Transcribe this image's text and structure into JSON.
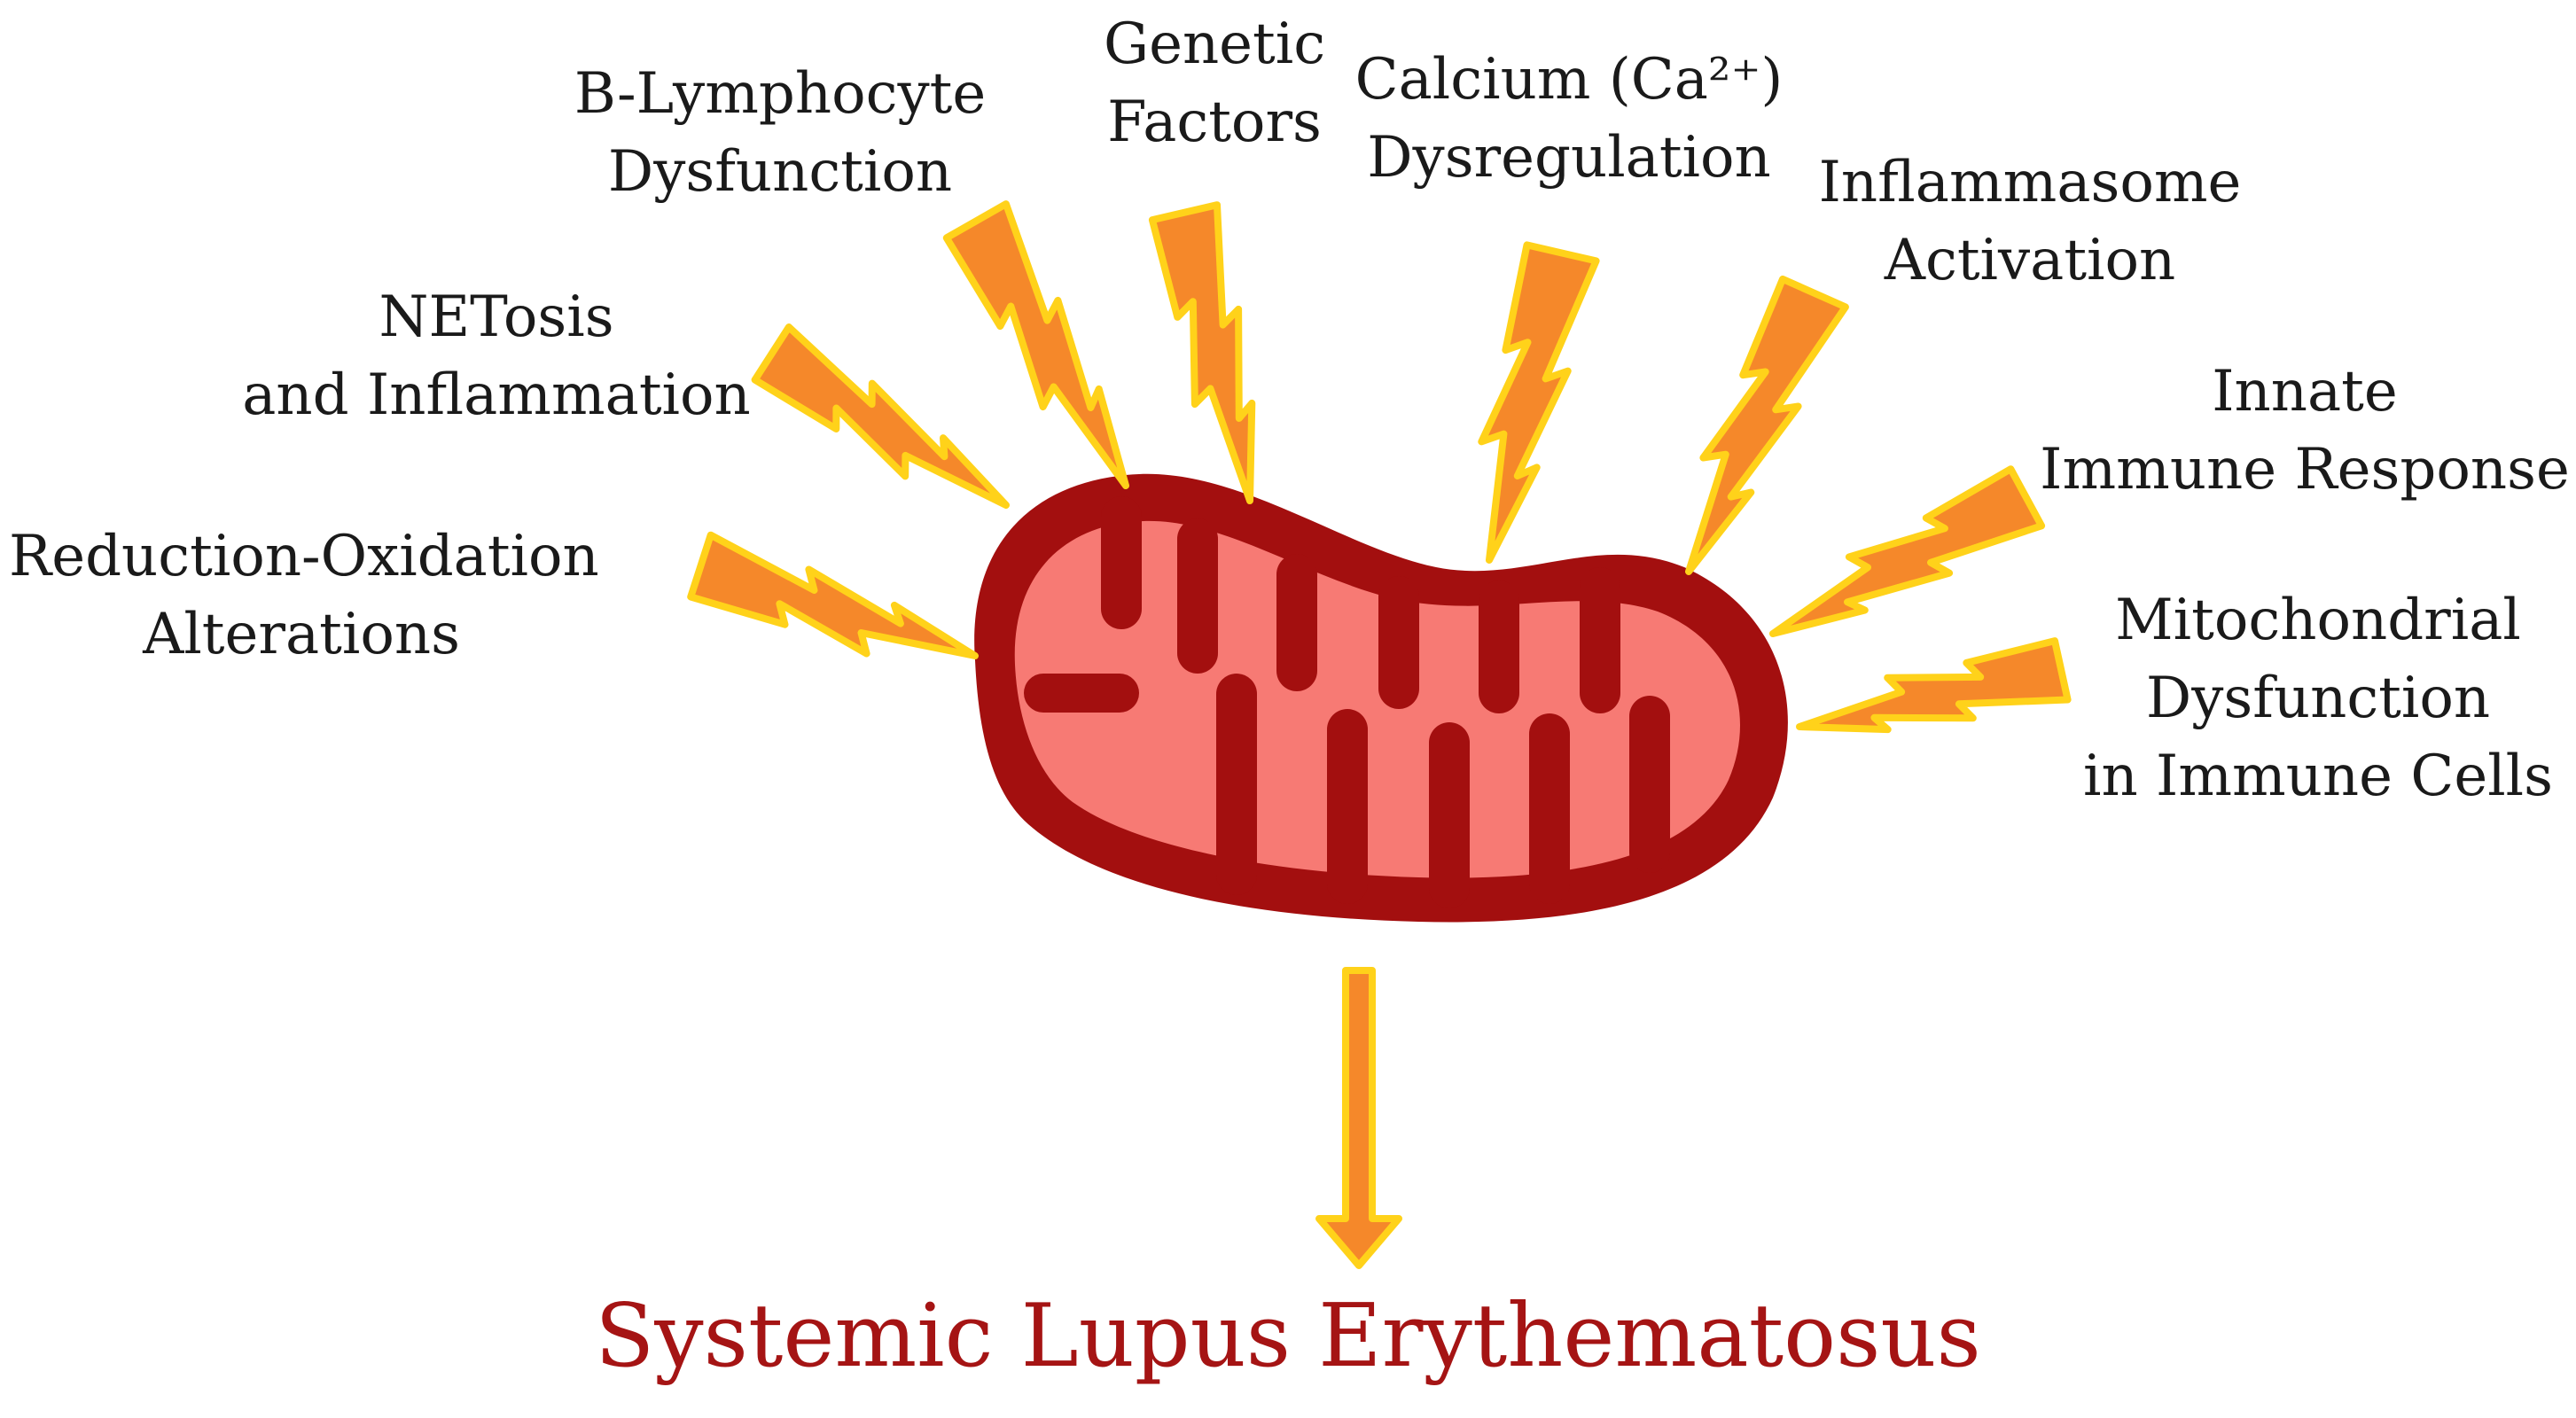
{
  "factors": [
    {
      "lines": [
        "Reduction-Oxidation",
        "Alterations"
      ]
    },
    {
      "lines": [
        "NETosis",
        "and Inflammation"
      ]
    },
    {
      "lines": [
        "B-Lymphocyte",
        "Dysfunction"
      ]
    },
    {
      "lines": [
        "Genetic",
        "Factors"
      ]
    },
    {
      "lines": [
        "Calcium (Ca²⁺)",
        "Dysregulation"
      ]
    },
    {
      "lines": [
        "Inflammasome",
        "Activation"
      ]
    },
    {
      "lines": [
        "Innate",
        "Immune Response"
      ]
    },
    {
      "lines": [
        "Mitochondrial",
        "Dysfunction",
        "in Immune Cells"
      ]
    }
  ],
  "outcome": "Systemic Lupus Erythematosus",
  "colors": {
    "bolt_fill": "#f5882a",
    "bolt_outline": "#ffd21a",
    "membrane": "#a30f0f",
    "matrix": "#f77a74",
    "outcome_text": "#a51414"
  }
}
